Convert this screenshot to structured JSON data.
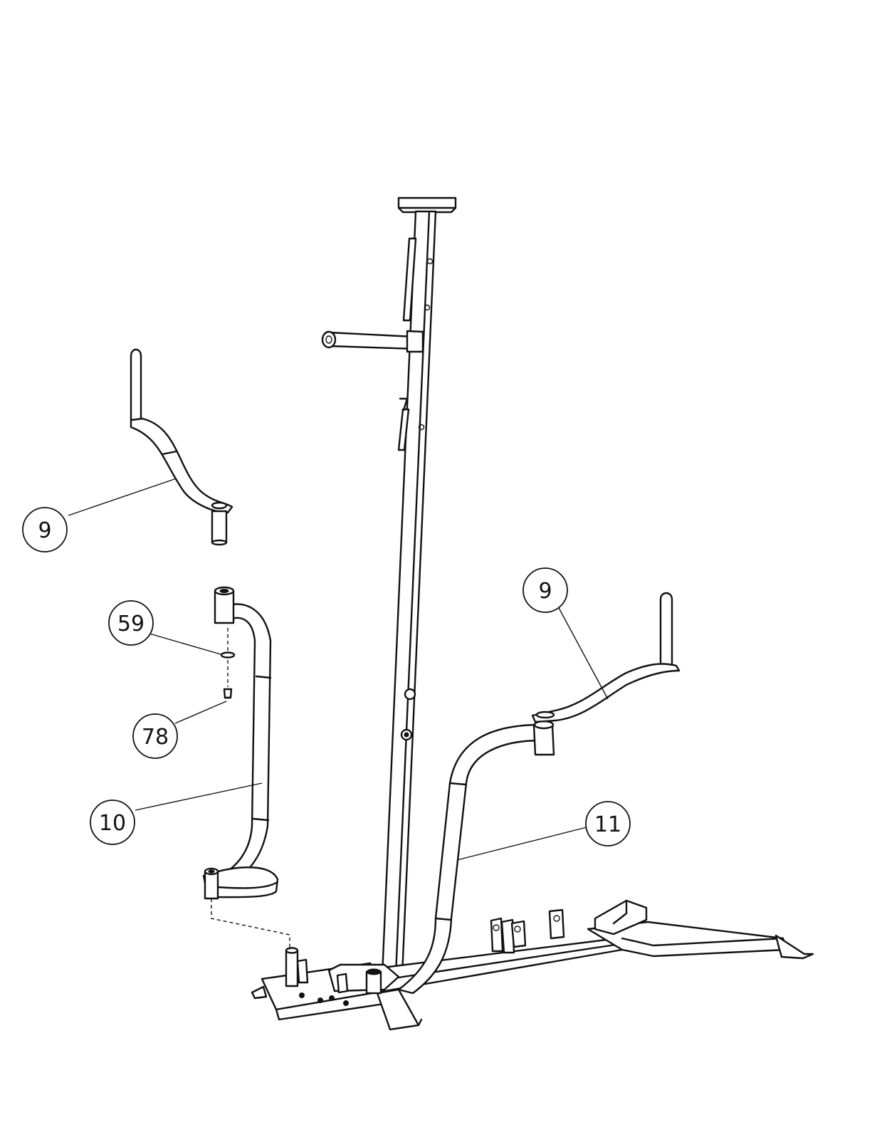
{
  "callouts": [
    {
      "id": "callout-9-left",
      "label": "9"
    },
    {
      "id": "callout-59",
      "label": "59"
    },
    {
      "id": "callout-78",
      "label": "78"
    },
    {
      "id": "callout-10",
      "label": "10"
    },
    {
      "id": "callout-9-right",
      "label": "9"
    },
    {
      "id": "callout-11",
      "label": "11"
    }
  ]
}
